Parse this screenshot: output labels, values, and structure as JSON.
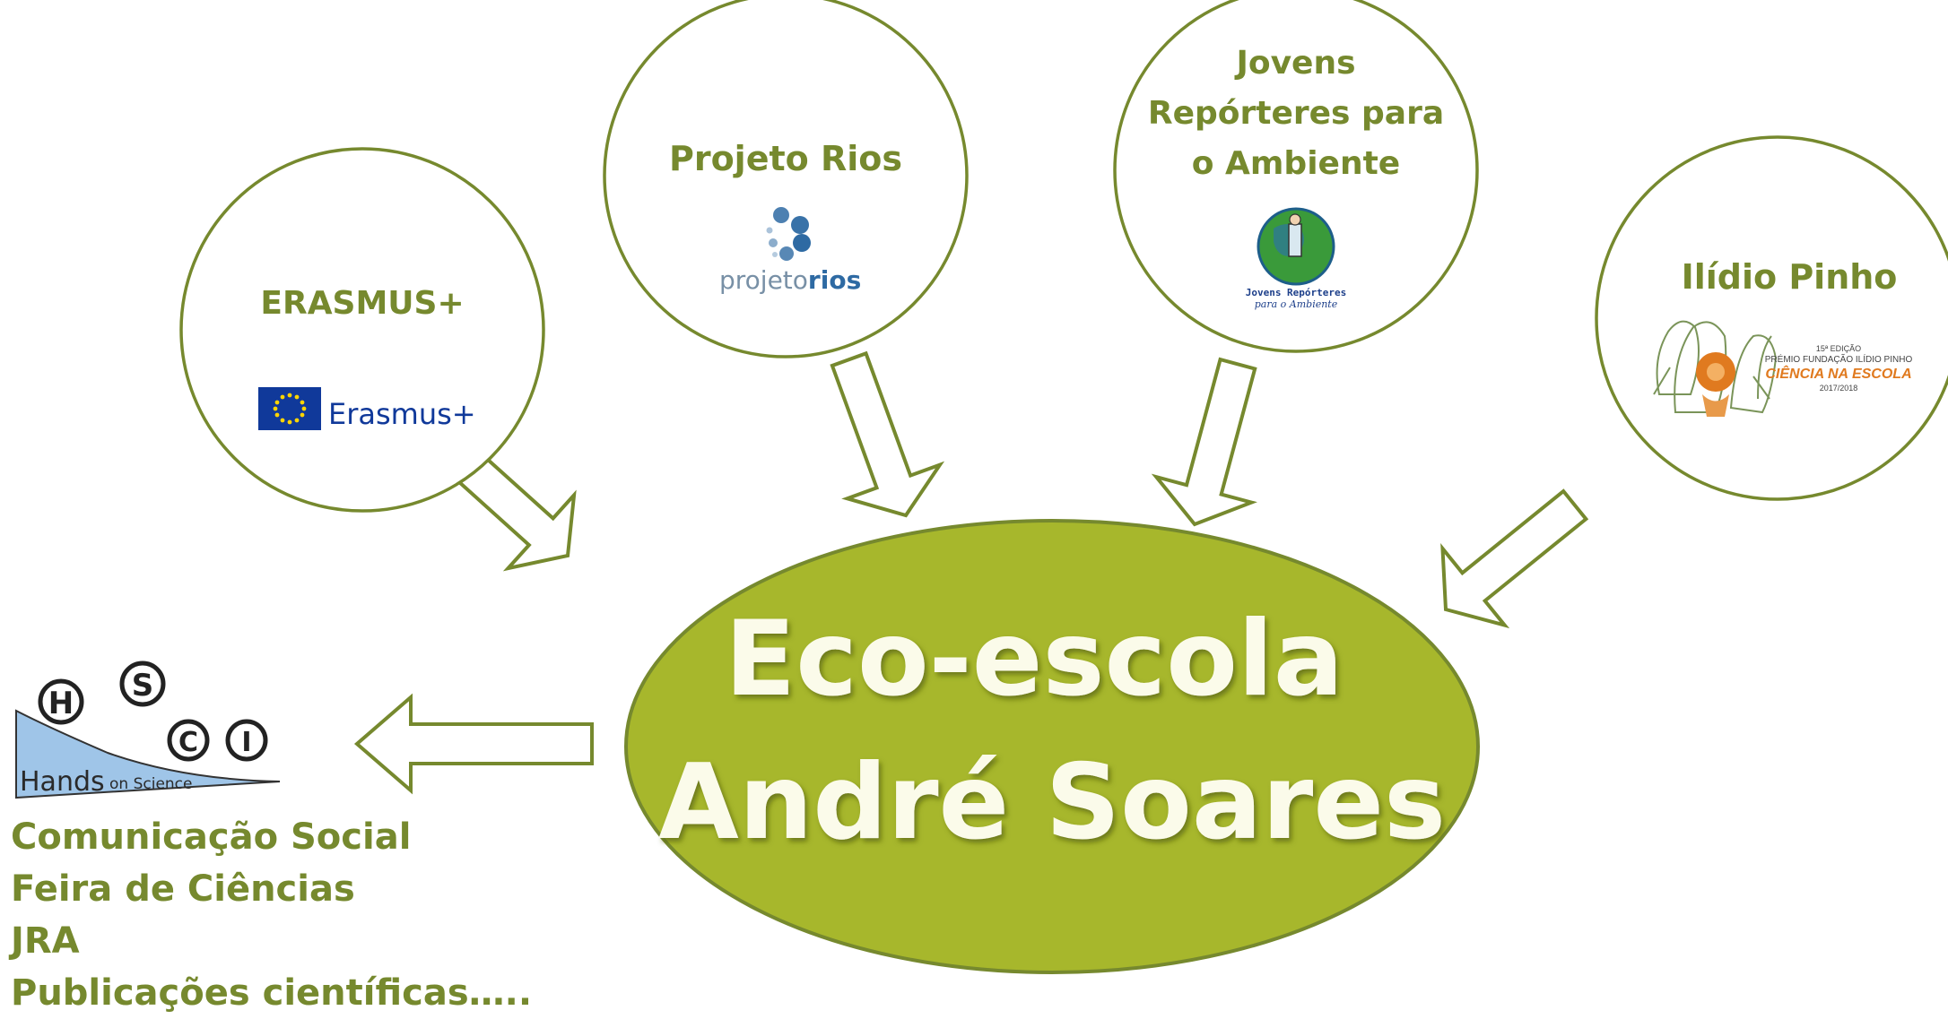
{
  "center": {
    "line1": "Eco-escola",
    "line2": "André Soares"
  },
  "nodes": {
    "erasmus": {
      "title": "ERASMUS+",
      "logo_text": "Erasmus+"
    },
    "rios": {
      "title": "Projeto Rios",
      "logo_text_a": "projeto",
      "logo_text_b": "rios"
    },
    "jra": {
      "title_lines": [
        "Jovens",
        "Repórteres para",
        "o Ambiente"
      ],
      "logo_line1": "Jovens Repórteres",
      "logo_line2": "para o Ambiente"
    },
    "ilidio": {
      "title": "Ilídio Pinho",
      "logo_line1": "15ª EDIÇÃO",
      "logo_line2": "PRÉMIO FUNDAÇÃO ILÍDIO PINHO",
      "logo_line3": "CIÊNCIA NA ESCOLA",
      "logo_line4": "2017/2018"
    }
  },
  "hsci": {
    "letters": [
      "H",
      "S",
      "C",
      "I"
    ],
    "banner_text_a": "Hands",
    "banner_text_b": "on Science"
  },
  "outputs": [
    "Comunicação Social",
    "Feira de Ciências",
    "JRA",
    "Publicações científicas….."
  ],
  "colors": {
    "outline": "#76892e",
    "center_fill": "#a7b72c",
    "text": "#76892e",
    "center_text": "#fbfbea",
    "eu_blue": "#10399a",
    "eu_star": "#ffd500",
    "rios_blue": "#2e6aa3",
    "globe_green": "#3a9a3a",
    "ilidio_orange": "#e07a1f"
  }
}
